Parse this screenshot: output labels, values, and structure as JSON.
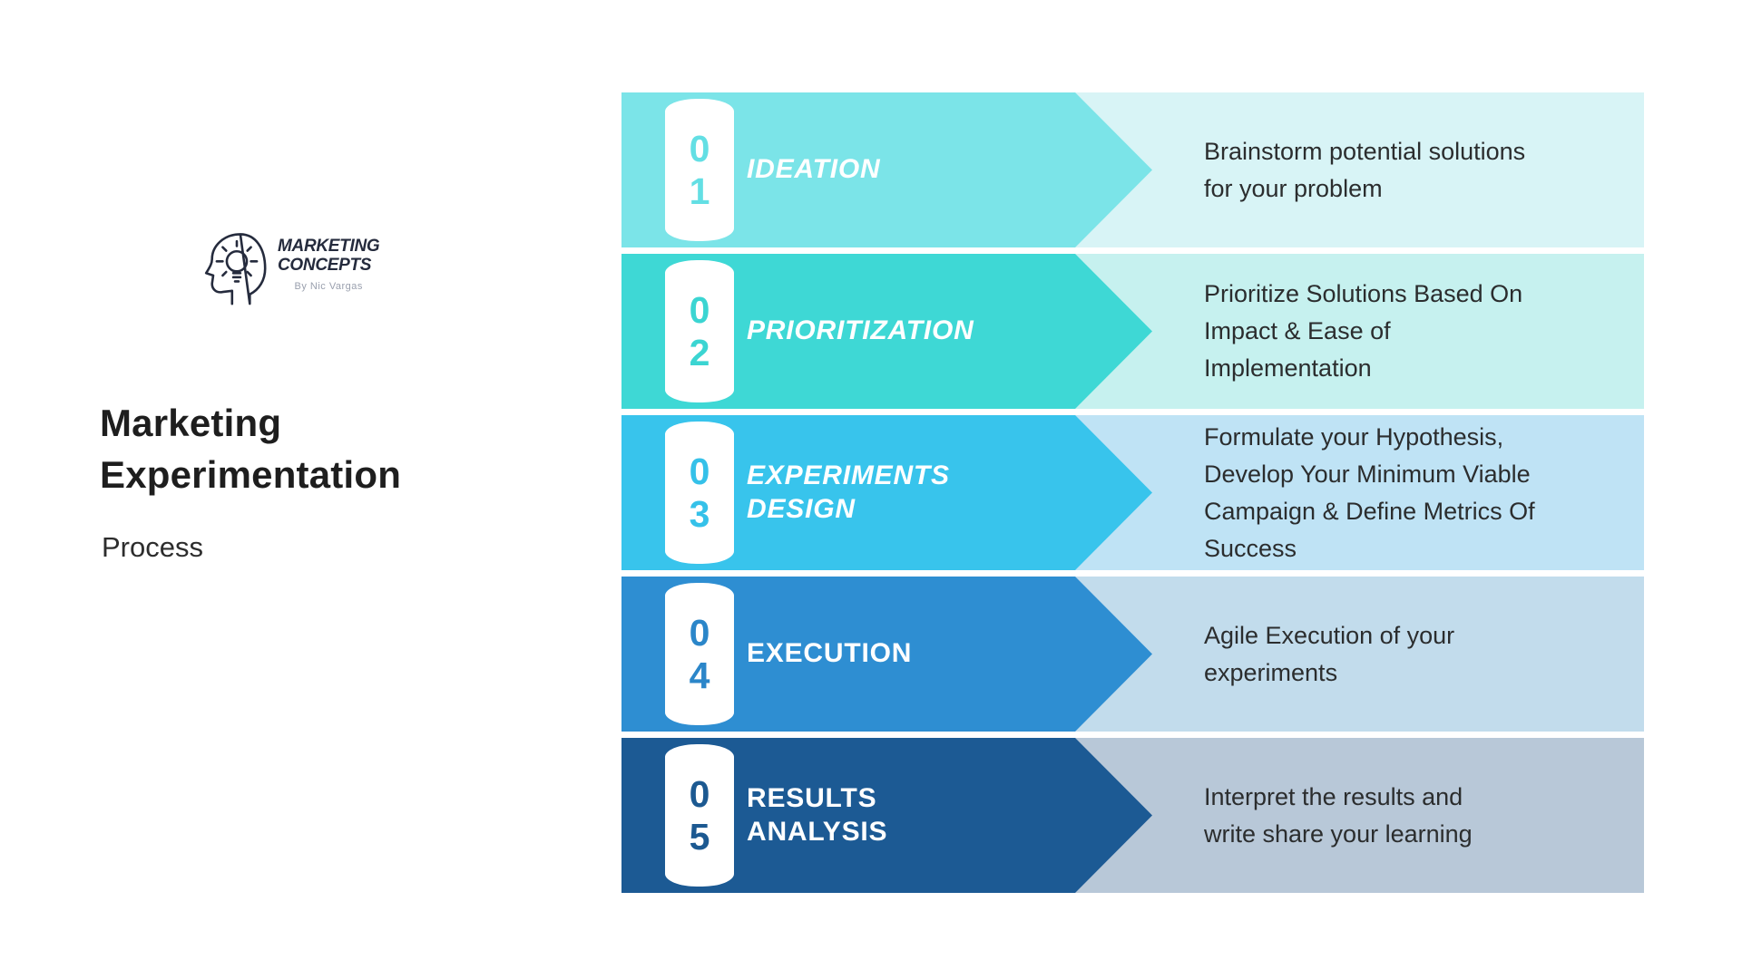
{
  "branding": {
    "logo_title_line1": "MARKETING",
    "logo_title_line2": "CONCEPTS",
    "logo_byline": "By Nic Vargas",
    "logo_color": "#252b3d"
  },
  "header": {
    "title_line1": "Marketing",
    "title_line2": "Experimentation",
    "subtitle": "Process"
  },
  "process": {
    "steps": [
      {
        "number_top": "0",
        "number_bottom": "1",
        "label": "IDEATION",
        "italic": true,
        "description": "Brainstorm potential solutions\nfor your problem",
        "colors": {
          "band": "#7be4e8",
          "panel": "#d8f4f6",
          "digit": "#63dfe4"
        }
      },
      {
        "number_top": "0",
        "number_bottom": "2",
        "label": "PRIORITIZATION",
        "italic": true,
        "description": "Prioritize Solutions Based On\nImpact & Ease of\nImplementation",
        "colors": {
          "band": "#3ed8d5",
          "panel": "#c6f1ef",
          "digit": "#3bd5d2"
        }
      },
      {
        "number_top": "0",
        "number_bottom": "3",
        "label": "EXPERIMENTS\nDESIGN",
        "italic": true,
        "description": "Formulate your Hypothesis,\nDevelop Your Minimum Viable\nCampaign & Define Metrics Of\nSuccess",
        "colors": {
          "band": "#38c4ec",
          "panel": "#bfe3f5",
          "digit": "#35c1e9"
        }
      },
      {
        "number_top": "0",
        "number_bottom": "4",
        "label": "EXECUTION",
        "italic": false,
        "description": "Agile Execution of your\nexperiments",
        "colors": {
          "band": "#2e8ed2",
          "panel": "#c2dcec",
          "digit": "#2b86c9"
        }
      },
      {
        "number_top": "0",
        "number_bottom": "5",
        "label": "RESULTS\nANALYSIS",
        "italic": false,
        "description": "Interpret the results and\nwrite share your learning",
        "colors": {
          "band": "#1c5a94",
          "panel": "#b8c8d8",
          "digit": "#1c5991"
        }
      }
    ]
  }
}
